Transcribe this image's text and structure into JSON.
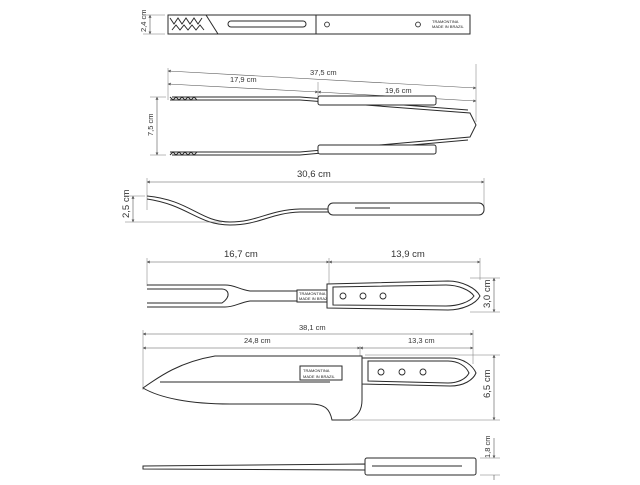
{
  "brand": {
    "name": "TRAMONTINA",
    "line2": "MADE IN BRAZIL"
  },
  "tongs": {
    "height_label": "2,4 cm",
    "total_length_label": "37,5 cm",
    "jaw_length_label": "17,9 cm",
    "handle_length_label": "19,6 cm",
    "open_width_label": "7,5 cm"
  },
  "spatula": {
    "length_label": "30,6 cm",
    "height_label": "2,5 cm"
  },
  "fork": {
    "tines_length_label": "16,7 cm",
    "handle_length_label": "13,9 cm",
    "height_label": "3,0 cm"
  },
  "knife": {
    "total_length_label": "38,1 cm",
    "blade_length_label": "24,8 cm",
    "handle_length_label": "13,3 cm",
    "height_label": "6,5 cm"
  },
  "knife_side": {
    "height_label": "1,8 cm"
  },
  "colors": {
    "handle": "#2b2b2b",
    "outline": "#2a2a2a",
    "dimension": "#555555"
  }
}
